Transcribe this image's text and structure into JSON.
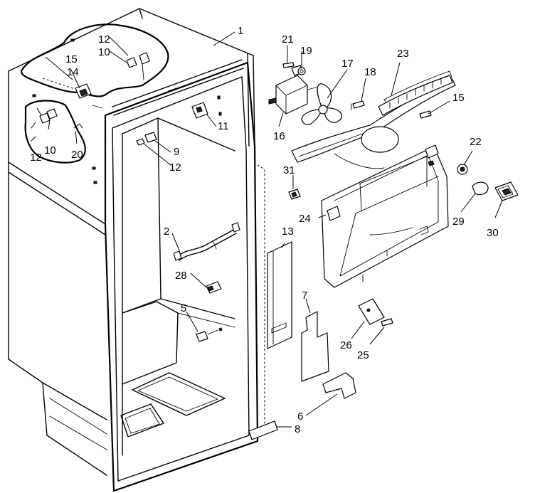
{
  "callouts": [
    {
      "id": "c1",
      "text": "1"
    },
    {
      "id": "c2",
      "text": "2"
    },
    {
      "id": "c5",
      "text": "5"
    },
    {
      "id": "c6",
      "text": "6"
    },
    {
      "id": "c7",
      "text": "7"
    },
    {
      "id": "c8",
      "text": "8"
    },
    {
      "id": "c9",
      "text": "9"
    },
    {
      "id": "c10a",
      "text": "10"
    },
    {
      "id": "c10b",
      "text": "10"
    },
    {
      "id": "c11",
      "text": "11"
    },
    {
      "id": "c12a",
      "text": "12"
    },
    {
      "id": "c12b",
      "text": "12"
    },
    {
      "id": "c12c",
      "text": "12"
    },
    {
      "id": "c13",
      "text": "13"
    },
    {
      "id": "c14",
      "text": "14"
    },
    {
      "id": "c15a",
      "text": "15"
    },
    {
      "id": "c15b",
      "text": "15"
    },
    {
      "id": "c16",
      "text": "16"
    },
    {
      "id": "c17",
      "text": "17"
    },
    {
      "id": "c18",
      "text": "18"
    },
    {
      "id": "c19",
      "text": "19"
    },
    {
      "id": "c20",
      "text": "20"
    },
    {
      "id": "c21",
      "text": "21"
    },
    {
      "id": "c22",
      "text": "22"
    },
    {
      "id": "c23",
      "text": "23"
    },
    {
      "id": "c24",
      "text": "24"
    },
    {
      "id": "c25",
      "text": "25"
    },
    {
      "id": "c26",
      "text": "26"
    },
    {
      "id": "c28",
      "text": "28"
    },
    {
      "id": "c29",
      "text": "29"
    },
    {
      "id": "c30",
      "text": "30"
    },
    {
      "id": "c31",
      "text": "31"
    }
  ]
}
